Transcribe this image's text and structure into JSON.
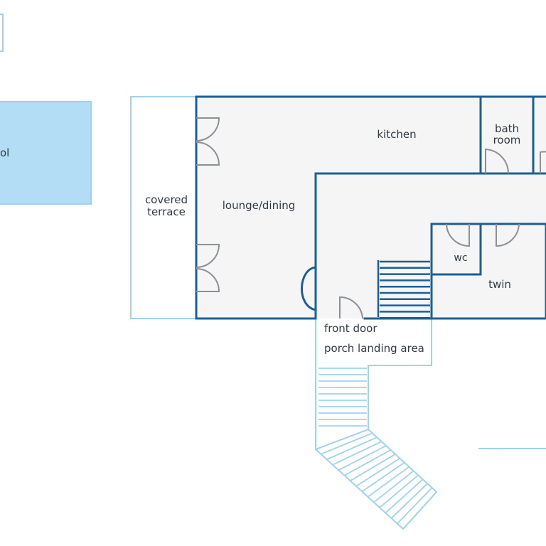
{
  "rooms": {
    "pool": "ol",
    "covered_terrace": [
      "covered",
      "terrace"
    ],
    "lounge": "lounge/dining",
    "kitchen": "kitchen",
    "bathroom": [
      "bath",
      "room"
    ],
    "wc": "wc",
    "twin": "twin",
    "front_door": "front door",
    "porch": "porch landing area"
  },
  "colors": {
    "wall": "#1a5f95",
    "light_outline": "#9fd2ee",
    "pool_fill": "#b3ddf5",
    "floor": "#f5f5f5",
    "door": "#8c9096"
  }
}
